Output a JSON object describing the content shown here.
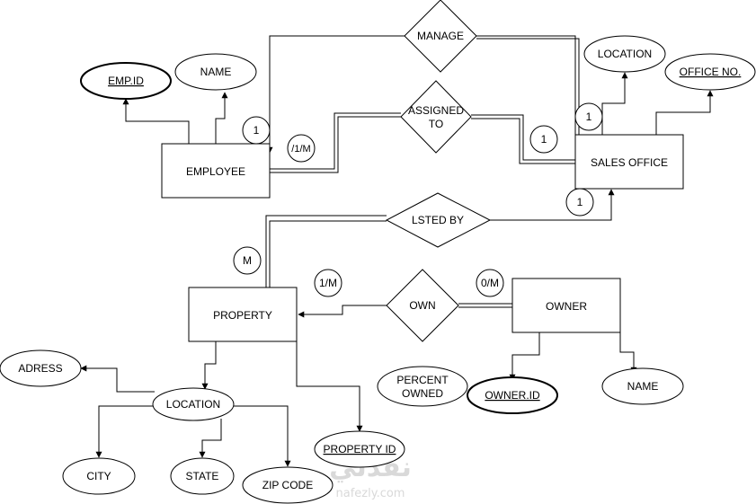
{
  "diagram": {
    "entities": {
      "employee": "EMPLOYEE",
      "sales_office": "SALES OFFICE",
      "property": "PROPERTY",
      "owner": "OWNER"
    },
    "relationships": {
      "manage": "MANAGE",
      "assigned_to_line1": "ASSIGNED",
      "assigned_to_line2": "TO",
      "listed_by": "LSTED BY",
      "own": "OWN"
    },
    "attributes": {
      "emp_id": "EMP.ID",
      "emp_name": "NAME",
      "office_location": "LOCATION",
      "office_no": "OFFICE NO.",
      "adress": "ADRESS",
      "prop_location": "LOCATION",
      "city": "CITY",
      "state": "STATE",
      "zip_code": "ZIP CODE",
      "property_id": "PROPERTY ID",
      "percent_owned_line1": "PERCENT",
      "percent_owned_line2": "OWNED",
      "owner_id": "OWNER.ID",
      "owner_name": "NAME"
    },
    "cardinalities": {
      "manage_employee": "1",
      "assigned_employee": "/1/M",
      "manage_office": "1",
      "assigned_office": "1",
      "listed_office": "1",
      "listed_property": "M",
      "own_property": "1/M",
      "own_owner": "0/M"
    }
  },
  "watermark": {
    "arabic": "نفذلي",
    "latin": "nafezly.com"
  }
}
